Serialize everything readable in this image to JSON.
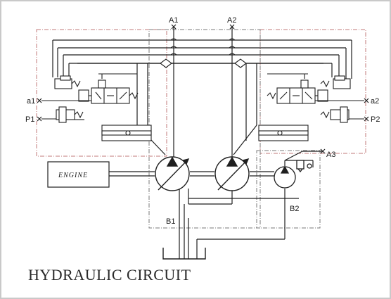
{
  "caption": "HYDRAULIC CIRCUIT",
  "labels": {
    "a1_top": "A1",
    "a2_top": "A2",
    "a3": "A3",
    "b1": "B1",
    "b2": "B2",
    "port_a1": "a1",
    "port_a2": "a2",
    "port_p1": "P1",
    "port_p2": "P2",
    "engine": "ENGINE"
  },
  "colors": {
    "line": "#1f1f1f",
    "boundary_red": "#c07a7a",
    "boundary_grey": "#7a7a7a",
    "frame": "#c9c9c9"
  }
}
